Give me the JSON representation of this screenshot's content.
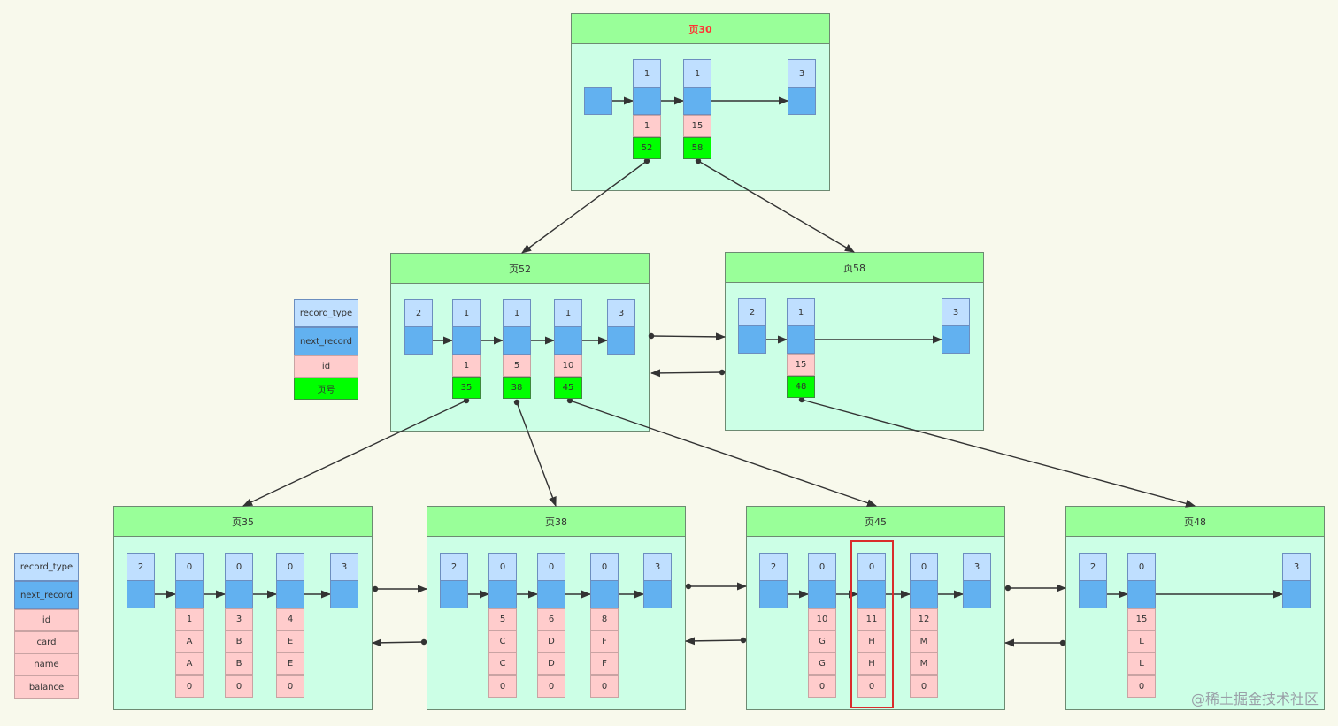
{
  "legend_small": {
    "record_type": "record_type",
    "next_record": "next_record",
    "id": "id",
    "page_no": "页号"
  },
  "legend_full": {
    "record_type": "record_type",
    "next_record": "next_record",
    "id": "id",
    "card": "card",
    "name": "name",
    "balance": "balance"
  },
  "pages": {
    "p30": {
      "title": "页30",
      "type_infimum": "3",
      "records": [
        {
          "type": "1",
          "id": "1",
          "page": "52"
        },
        {
          "type": "1",
          "id": "15",
          "page": "58"
        }
      ],
      "type_supremum": "3"
    },
    "p52": {
      "title": "页52",
      "type_infimum": "2",
      "records": [
        {
          "type": "1",
          "id": "1",
          "page": "35"
        },
        {
          "type": "1",
          "id": "5",
          "page": "38"
        },
        {
          "type": "1",
          "id": "10",
          "page": "45"
        }
      ],
      "type_supremum": "3"
    },
    "p58": {
      "title": "页58",
      "type_infimum": "2",
      "records": [
        {
          "type": "1",
          "id": "15",
          "page": "48"
        }
      ],
      "type_supremum": "3"
    },
    "p35": {
      "title": "页35",
      "type_infimum": "2",
      "records": [
        {
          "type": "0",
          "id": "1",
          "card": "A",
          "name": "A",
          "balance": "0"
        },
        {
          "type": "0",
          "id": "3",
          "card": "B",
          "name": "B",
          "balance": "0"
        },
        {
          "type": "0",
          "id": "4",
          "card": "E",
          "name": "E",
          "balance": "0"
        }
      ],
      "type_supremum": "3"
    },
    "p38": {
      "title": "页38",
      "type_infimum": "2",
      "records": [
        {
          "type": "0",
          "id": "5",
          "card": "C",
          "name": "C",
          "balance": "0"
        },
        {
          "type": "0",
          "id": "6",
          "card": "D",
          "name": "D",
          "balance": "0"
        },
        {
          "type": "0",
          "id": "8",
          "card": "F",
          "name": "F",
          "balance": "0"
        }
      ],
      "type_supremum": "3"
    },
    "p45": {
      "title": "页45",
      "type_infimum": "2",
      "records": [
        {
          "type": "0",
          "id": "10",
          "card": "G",
          "name": "G",
          "balance": "0"
        },
        {
          "type": "0",
          "id": "11",
          "card": "H",
          "name": "H",
          "balance": "0"
        },
        {
          "type": "0",
          "id": "12",
          "card": "M",
          "name": "M",
          "balance": "0"
        }
      ],
      "type_supremum": "3"
    },
    "p48": {
      "title": "页48",
      "type_infimum": "2",
      "records": [
        {
          "type": "0",
          "id": "15",
          "card": "L",
          "name": "L",
          "balance": "0"
        }
      ],
      "type_supremum": "3"
    }
  },
  "watermark": "@稀土掘金技术社区",
  "colors": {
    "page_body": "#ccffe6",
    "page_header": "#99ff99",
    "type_cell": "#bfdfff",
    "next_cell": "#62b1f0",
    "id_cell": "#ffcccc",
    "page_no_cell": "#00ff00",
    "highlight": "#d92c2c"
  }
}
